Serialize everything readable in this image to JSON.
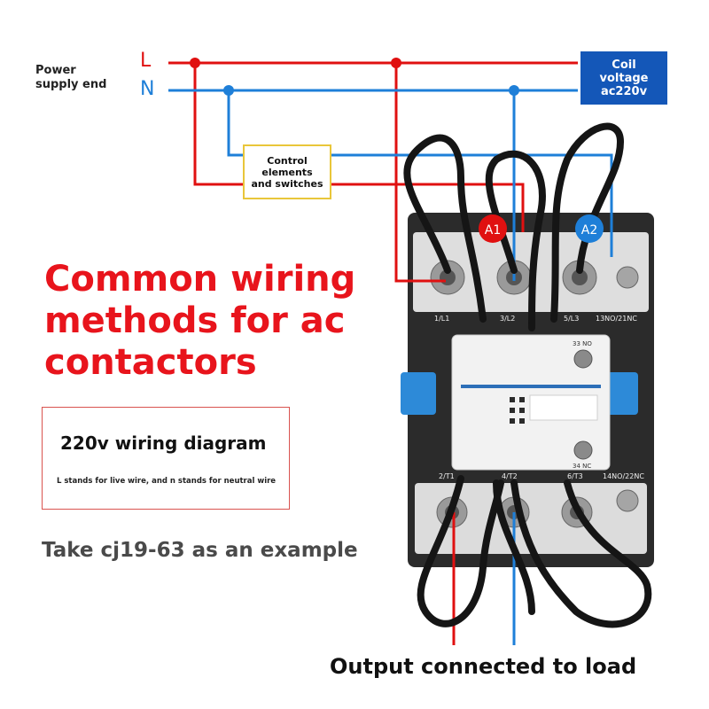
{
  "power_label_lines": [
    "Power",
    "supply end"
  ],
  "live_letter": "L",
  "neutral_letter": "N",
  "coil_box_lines": [
    "Coil",
    "voltage",
    "ac220v"
  ],
  "control_box_lines": [
    "Control",
    "elements",
    "and switches"
  ],
  "title_lines": [
    "Common wiring",
    "methods for ac",
    "contactors"
  ],
  "info_heading": "220v wiring diagram",
  "info_note": "L stands for live wire, and n stands for neutral wire",
  "example_text": "Take cj19-63 as an example",
  "output_text": "Output connected to load",
  "coil_terminals": {
    "a1": "A1",
    "a2": "A2"
  },
  "terminal_labels": {
    "top_left": "1/L1",
    "top_mid": "3/L2",
    "top_right": "5/L3",
    "top_aux": "13NO/21NC",
    "aux_33": "33 NO",
    "aux_34": "34 NC",
    "bottom_left": "2/T1",
    "bottom_mid": "4/T2",
    "bottom_right": "6/T3",
    "bottom_aux": "14NO/22NC"
  },
  "colors": {
    "live": "#e01010",
    "neutral": "#1e7fd8",
    "coil_box": "#1457b8",
    "control_border": "#e9c63a",
    "title": "#e8141c"
  },
  "icons": [
    "contactor-body-icon",
    "braided-cable-icon",
    "junction-dot-icon"
  ]
}
